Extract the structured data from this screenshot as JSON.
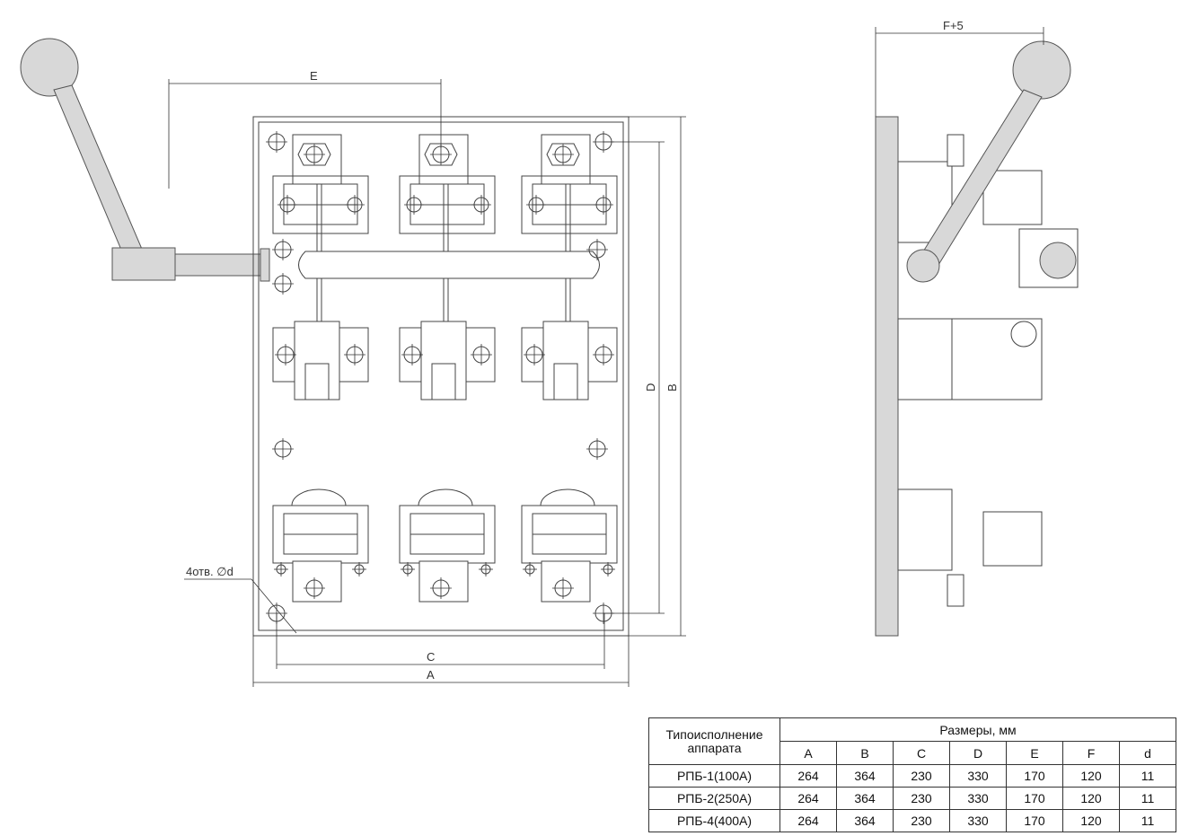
{
  "drawing": {
    "labels": {
      "E": "E",
      "C": "C",
      "A": "A",
      "D": "D",
      "B": "B",
      "F5": "F+5",
      "holes": "4отв. ∅d"
    }
  },
  "table": {
    "type_header": "Типоисполнение аппарата",
    "sizes_header": "Размеры, мм",
    "columns": [
      "A",
      "B",
      "C",
      "D",
      "E",
      "F",
      "d"
    ],
    "rows": [
      {
        "name": "РПБ-1(100А)",
        "values": [
          "264",
          "364",
          "230",
          "330",
          "170",
          "120",
          "11"
        ]
      },
      {
        "name": "РПБ-2(250А)",
        "values": [
          "264",
          "364",
          "230",
          "330",
          "170",
          "120",
          "11"
        ]
      },
      {
        "name": "РПБ-4(400А)",
        "values": [
          "264",
          "364",
          "230",
          "330",
          "170",
          "120",
          "11"
        ]
      }
    ]
  }
}
